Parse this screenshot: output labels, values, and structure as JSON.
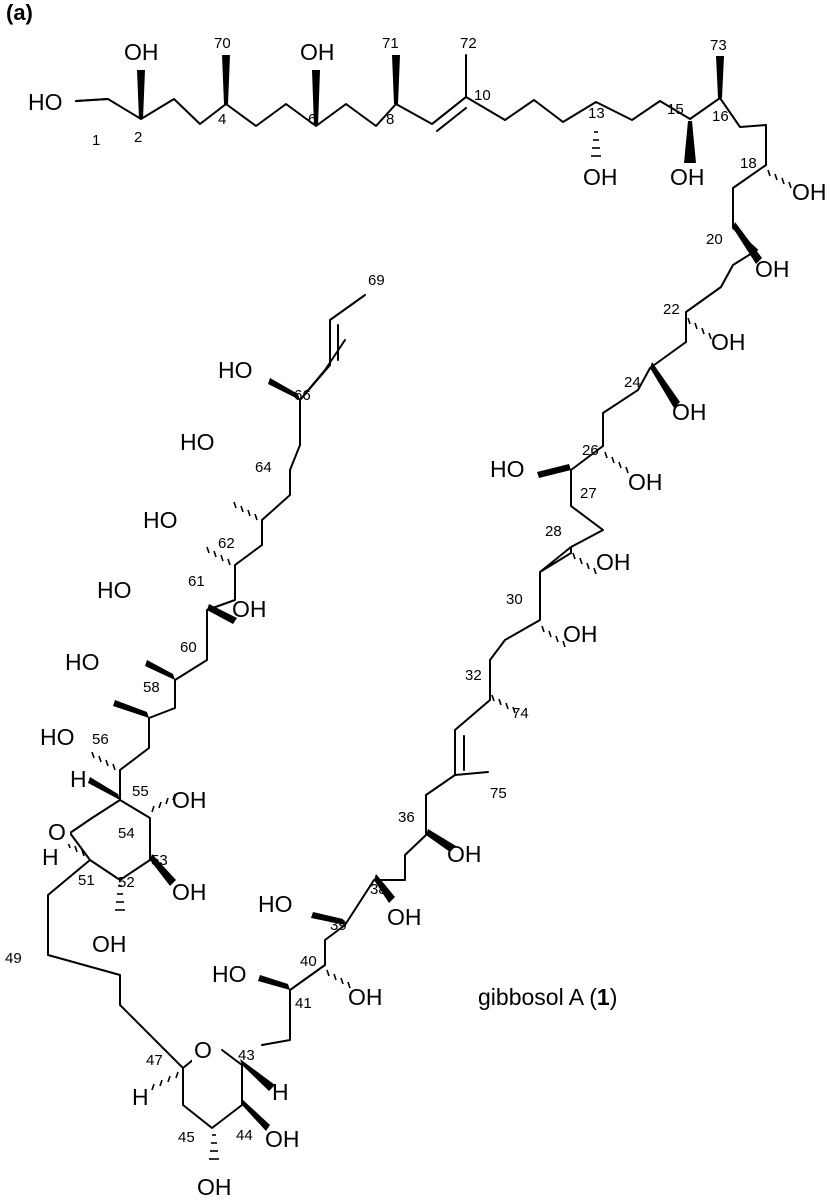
{
  "panel_label": "(a)",
  "caption_text": "gibbosol A (",
  "caption_bold": "1",
  "caption_close": ")",
  "oh_label": "OH",
  "ho_label": "HO",
  "o_label": "O",
  "h_label": "H",
  "numbers": {
    "n1": "1",
    "n2": "2",
    "n4": "4",
    "n6": "6",
    "n8": "8",
    "n10": "10",
    "n13": "13",
    "n15": "15",
    "n16": "16",
    "n18": "18",
    "n20": "20",
    "n22": "22",
    "n24": "24",
    "n26": "26",
    "n27": "27",
    "n28": "28",
    "n30": "30",
    "n32": "32",
    "n36": "36",
    "n38": "38",
    "n39": "39",
    "n40": "40",
    "n41": "41",
    "n43": "43",
    "n44": "44",
    "n45": "45",
    "n47": "47",
    "n49": "49",
    "n51": "51",
    "n52": "52",
    "n53": "53",
    "n54": "54",
    "n55": "55",
    "n56": "56",
    "n58": "58",
    "n60": "60",
    "n61": "61",
    "n62": "62",
    "n64": "64",
    "n66": "66",
    "n69": "69",
    "n70": "70",
    "n71": "71",
    "n72": "72",
    "n73": "73",
    "n74": "74",
    "n75": "75"
  }
}
